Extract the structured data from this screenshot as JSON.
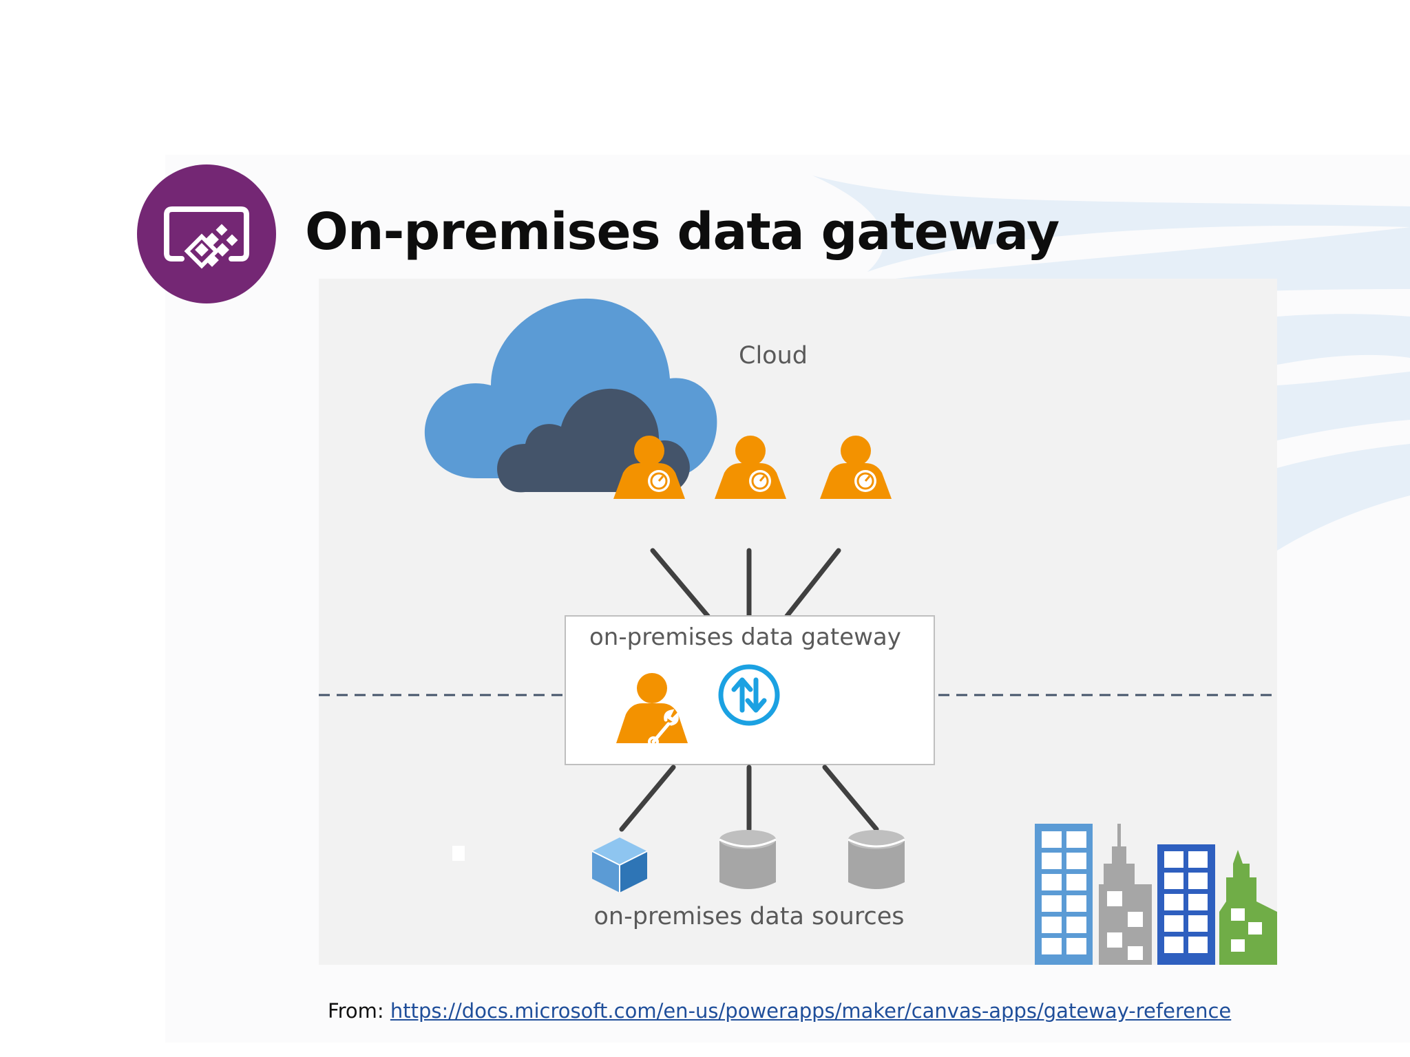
{
  "slide": {
    "title": "On-premises data gateway",
    "source_prefix": "From:",
    "source_url": "https://docs.microsoft.com/en-us/powerapps/maker/canvas-apps/gateway-reference"
  },
  "logo": {
    "icon": "powerapps-icon",
    "color": "#742774"
  },
  "diagram": {
    "cloud_label": "Cloud",
    "gateway_label": "on-premises data gateway",
    "sources_label": "on-premises data sources",
    "colors": {
      "cloud": "#5b9bd5",
      "cloud_dark": "#44546a",
      "person": "#f39200",
      "sync": "#1ba1e2",
      "db": "#a6a6a6",
      "cube": "#5b9bd5",
      "line": "#404040",
      "panel": "#f2f2f2"
    }
  }
}
